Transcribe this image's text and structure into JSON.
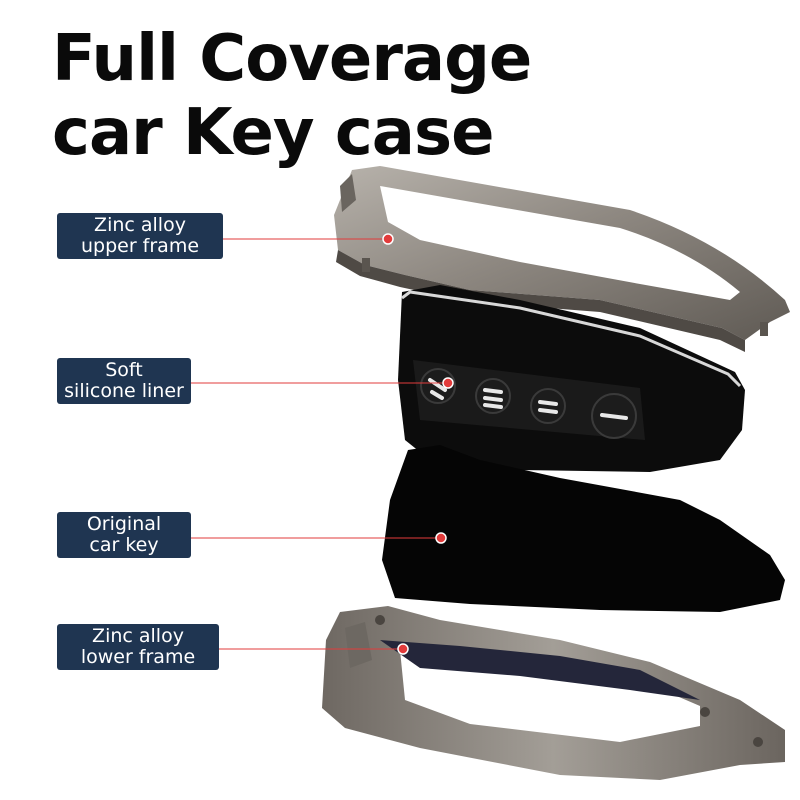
{
  "title": {
    "line1": "Full Coverage",
    "line2": "car Key case"
  },
  "labels": {
    "upper_frame": {
      "line1": "Zinc alloy",
      "line2": "upper frame"
    },
    "liner": {
      "line1": "Soft",
      "line2": "silicone liner"
    },
    "key": {
      "line1": "Original",
      "line2": "car key"
    },
    "lower_frame": {
      "line1": "Zinc alloy",
      "line2": "lower frame"
    }
  },
  "colors": {
    "label_bg": "#1f3551",
    "label_text": "#ffffff",
    "pointer": "#e23b3b",
    "metal": "#8c867f",
    "silicone": "#0a0a0a"
  }
}
